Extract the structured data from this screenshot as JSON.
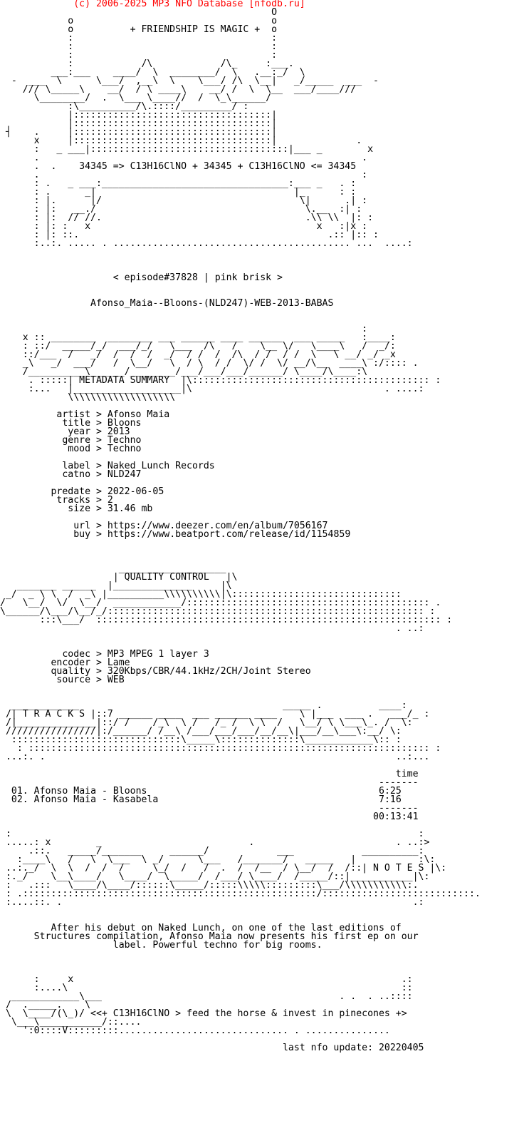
{
  "header": "             (c) 2006-2025 MP3 NFO Database [nfodb.ru]",
  "art_top": [
    "                                                O",
    "            o                                   o",
    "            o          + FRIENDSHIP IS MAGIC +  o",
    "            :                                   :",
    "            :                                   :",
    "            :                                   :",
    "            :            /\\            /\\_     :___.",
    "         ___:___    ____/  \\  ________/  \\   .__:_/  \\",
    "  -  ___  \\      \\___/  ,__\\  \\    \\___/ /\\  \\__|   _/_____  ___  -",
    "    /// \\_____\\    __/  / \\ ____\\    __/ /  \\  \\__  ___/____///",
    "      \\________/  .  \\___ \\____//  /  \\_\\______/   ",
    "            :\\__________/\\.::::/_________/ :",
    "            |:::::::::::::::::::::::::::::::::::|",
    "            |:::::::::::::::::::::::::::::::::::|",
    " ┤    .     |:::::::::::::::::::::::::::::::::::|",
    "      x     |:::::::::::::::::::::::::::::::::::|              .",
    "      :   _ ___|:::::::::::::::::::::::::::::::::::|___ _        x",
    "      .                                                         .",
    "      .  .    34345 => C13H16ClNO + 34345 + C13H16ClNO <= 34345",
    "      .                                                         :",
    "      : .   _ ___:_________________________________:___ _   . :",
    "      : .      _|                                   |_      : :",
    "      : |.      |/                                   \\|      .| :",
    "      : |:   __./                                     \\.__  :| :",
    "      : |:  // //.                                    .\\\\ \\\\  |: :",
    "      : |: :   x                                        x   :|x :",
    "      : |: ::.                                            .:: |:: :",
    "      :..:. ..... . .......................................... ...  ....:"
  ],
  "episode": "                    < episode#37828 | pink brisk >",
  "release": "                Afonso_Maia--Bloons-(NLD247)-WEB-2013-BABAS",
  "metadata_banner": [
    "                                                                :",
    "    x :: ________  ________ ___ ______ ____ ______  ___ _____   :____:",
    "    : ::/  _____/_/  ___/_/   \\___  /\\   /    \\__ \\/   \\____\\   /  _/:",
    "    ::/___  /   _/  /  /  /  _/  / /  /  /\\  / /  / /  \\   \\ __/ _/ _x",
    "    _\\   _/  ___/   /  \\__/   \\  / \\  / /  \\/ /  \\/ __/\\__  ____\\ :/:::: .",
    "    /__________\\______/________/___/___/___/______/ \\____/\\____:\\",
    "     . :::::| METADATA SUMMARY  |\\:::::::::::::::::::::::::::::::::::::::::: :",
    "     :...   |___________________|\\                                  . ....:",
    "            \\\\\\\\\\\\\\\\\\\\\\\\\\\\\\\\\\\\\\"
  ],
  "metadata": {
    "artist": "Afonso Maia",
    "title": "Bloons",
    "year": "2013",
    "genre": "Techno",
    "mood": "Techno",
    "label": "Naked Lunch Records",
    "catno": "NLD247",
    "predate": "2022-06-05",
    "tracks": "2",
    "size": "31.46 mb",
    "url": "https://www.deezer.com/en/album/7056167",
    "buy": "https://www.beatport.com/release/id/1154859"
  },
  "quality_banner": [
    "                     ___________________",
    "                    | QUALITY CONTROL   |\\",
    "   _______ ______  |______________     |\\",
    " _/  _ \\ \\  /  _\\ |__________\\\\\\\\\\\\\\\\\\\\|\\::::::::::::::::::::::::::::::",
    "/   \\__/  \\/  \\__/  ____________/::::::::::::::::::::::::::::::::::::::::::: .",
    "\\______/\\___/\\__/_/:::::::::::::::::::::::::::::::::::::::::::::::::::::::: :",
    "       :::\\___/  ::::::::::::::::::::::::::::::::::::::::::::::::::::::::::::: :",
    "                                                                      . ..:"
  ],
  "quality": {
    "codec": "MP3 MPEG 1 layer 3",
    "encoder": "Lame",
    "quality": "320Kbps/CBR/44.1kHz/2CH/Joint Stereo",
    "source": "WEB"
  },
  "tracks_banner": [
    "  ____________                                    _____ .          ____:",
    " /| T R A C K S |::7 ______ ____  ___ ______ ____    \\ |___  ___ .   ___/_ :",
    " /|______________|::/ /    /_\\  \\ /   /_ /  \\ \\  /   \\__/ \\ \\___\\_. /  \\:",
    " ////////////////|:/______/ /__\\ /___/___/___/__/__\\|___/__\\___\\:__/ \\:",
    "  ::::::::::::::::::::::::::::::\\_____\\::::::::::::::\\____________\\:: :",
    "   : ::::::::::::::::::::::::::::::::::::::::::::::::::::::::::::::::::::::: :",
    " ...:. .                                                              ..:..."
  ],
  "tracks_head_time": "time",
  "tracks_head_rule": "-------",
  "tracks": [
    {
      "no": "01.",
      "name": "Afonso Maia - Bloons",
      "time": "6:25"
    },
    {
      "no": "02.",
      "name": "Afonso Maia - Kasabela",
      "time": "7:16"
    }
  ],
  "tracks_total_rule": "-------",
  "tracks_total": "00:13:41",
  "notes_banner": [
    " :                                                                        :",
    " .....: x        _                          .                         . ..:>",
    "     .::.   _____/_______     ______/            ___            __________:",
    "   :____\\   /   \\  \\___  \\ _/      \\___   /_______/   _____   |           :\\:",
    " ..:._/  \\  \\  /  /  /     \\_/  /   /  .  /  /__  / \\__/  /  /::| N O T E S |\\:",
    " :._/    \\__\\____/   \\____/  \\_____/  /___/ \\____/  /_____/::|___________|\\:",
    " :   .:::   \\____/\\____/::::::\\_____/:::::\\\\\\\\\\:::::::::\\___/\\\\\\\\\\\\\\\\\\\\\\:.",
    " : .::::::::::::::::::::::::::::::::::::::::::::::::::::/:::::::::::::::::::::::::::.",
    " :....::. .                                                              .:"
  ],
  "notes": [
    "         After his debut on Naked Lunch, on one of the last editions of",
    "      Structures compilation, Afonso Maia now presents his first ep on our",
    "                    label. Powerful techno for big rooms."
  ],
  "footer_art": [
    "      :     x                                                          .:",
    "      :....\\                                                           ::",
    "  ____________\\___                                          . .  . ..::::",
    " /  ._____.    \\",
    " \\  \\____/(\\_)/ <<+ C13H16ClNO > feed the horse & invest in pinecones +>",
    "  \\___\\___________/::....",
    "    ':0::::V:::::::::.............................. . ..............."
  ],
  "last_update": "                                                  last nfo update: 20220405"
}
